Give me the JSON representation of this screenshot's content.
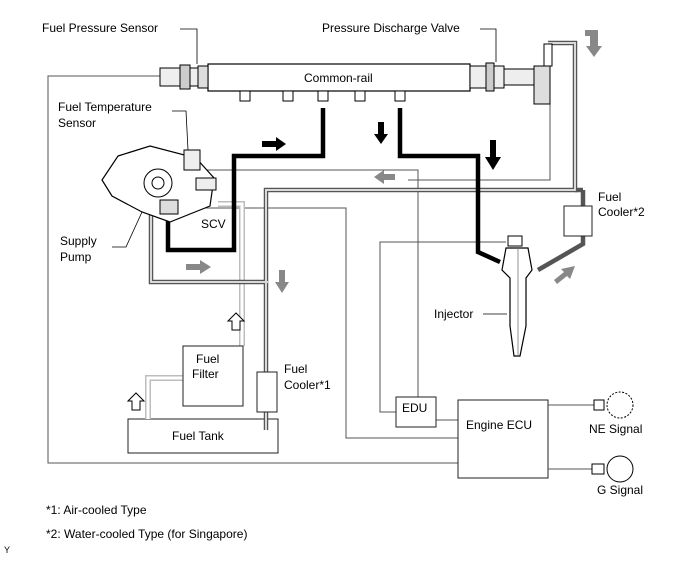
{
  "labels": {
    "fuel_pressure_sensor": "Fuel Pressure Sensor",
    "pressure_discharge_valve": "Pressure Discharge Valve",
    "common_rail": "Common-rail",
    "fuel_temperature_sensor_1": "Fuel Temperature",
    "fuel_temperature_sensor_2": "Sensor",
    "supply_pump_1": "Supply",
    "supply_pump_2": "Pump",
    "scv": "SCV",
    "fuel_cooler_2_line1": "Fuel",
    "fuel_cooler_2_line2": "Cooler*2",
    "injector": "Injector",
    "fuel_filter_line1": "Fuel",
    "fuel_filter_line2": "Filter",
    "fuel_cooler_1_line1": "Fuel",
    "fuel_cooler_1_line2": "Cooler*1",
    "fuel_tank": "Fuel Tank",
    "edu": "EDU",
    "engine_ecu": "Engine ECU",
    "ne_signal": "NE Signal",
    "g_signal": "G Signal"
  },
  "notes": {
    "note1": "*1: Air-cooled Type",
    "note2": "*2: Water-cooled Type (for Singapore)",
    "corner_mark": "Y"
  }
}
